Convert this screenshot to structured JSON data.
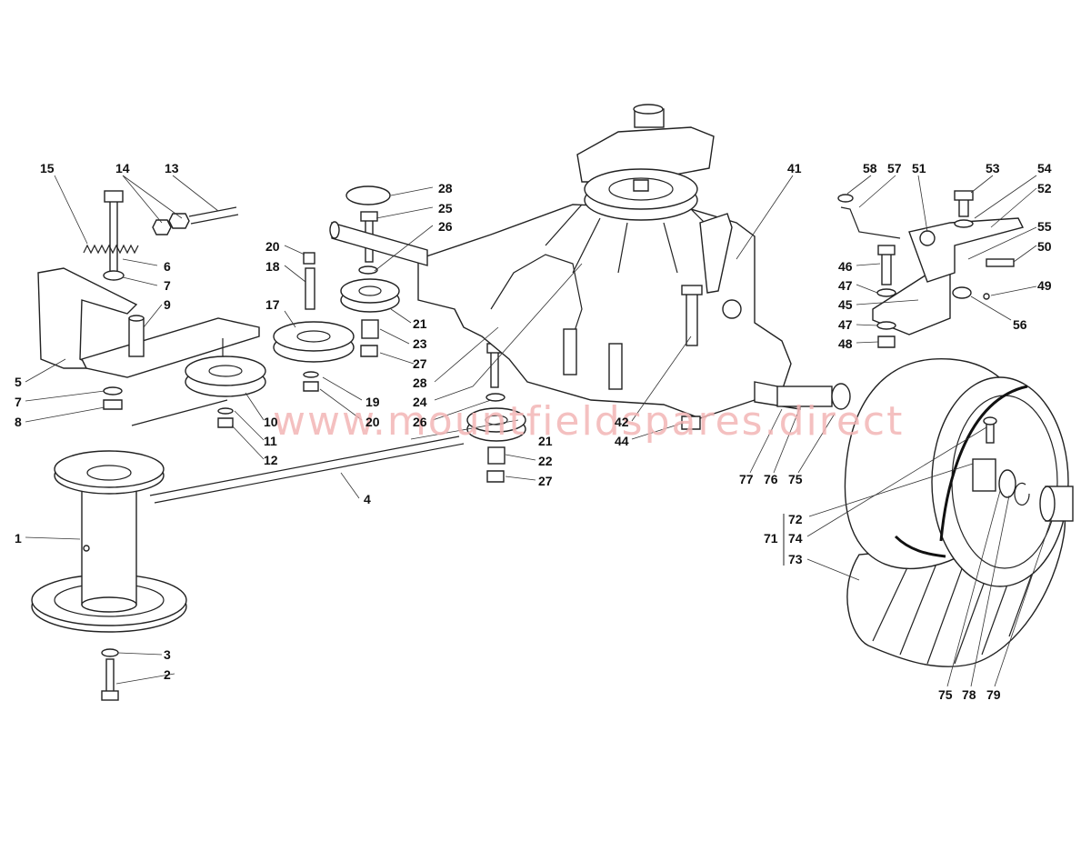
{
  "watermark": "www.mountfieldspares.direct",
  "callouts": [
    {
      "id": "c1",
      "text": "1"
    },
    {
      "id": "c2",
      "text": "2"
    },
    {
      "id": "c3",
      "text": "3"
    },
    {
      "id": "c4",
      "text": "4"
    },
    {
      "id": "c5",
      "text": "5"
    },
    {
      "id": "c6",
      "text": "6"
    },
    {
      "id": "c7a",
      "text": "7"
    },
    {
      "id": "c7b",
      "text": "7"
    },
    {
      "id": "c8",
      "text": "8"
    },
    {
      "id": "c9",
      "text": "9"
    },
    {
      "id": "c10",
      "text": "10"
    },
    {
      "id": "c11",
      "text": "11"
    },
    {
      "id": "c12",
      "text": "12"
    },
    {
      "id": "c13",
      "text": "13"
    },
    {
      "id": "c14",
      "text": "14"
    },
    {
      "id": "c15",
      "text": "15"
    },
    {
      "id": "c17",
      "text": "17"
    },
    {
      "id": "c18",
      "text": "18"
    },
    {
      "id": "c19",
      "text": "19"
    },
    {
      "id": "c20a",
      "text": "20"
    },
    {
      "id": "c20b",
      "text": "20"
    },
    {
      "id": "c21a",
      "text": "21"
    },
    {
      "id": "c21b",
      "text": "21"
    },
    {
      "id": "c22",
      "text": "22"
    },
    {
      "id": "c23",
      "text": "23"
    },
    {
      "id": "c24",
      "text": "24"
    },
    {
      "id": "c25",
      "text": "25"
    },
    {
      "id": "c26a",
      "text": "26"
    },
    {
      "id": "c26b",
      "text": "26"
    },
    {
      "id": "c27a",
      "text": "27"
    },
    {
      "id": "c27b",
      "text": "27"
    },
    {
      "id": "c28a",
      "text": "28"
    },
    {
      "id": "c28b",
      "text": "28"
    },
    {
      "id": "c41",
      "text": "41"
    },
    {
      "id": "c42",
      "text": "42"
    },
    {
      "id": "c44",
      "text": "44"
    },
    {
      "id": "c45",
      "text": "45"
    },
    {
      "id": "c46",
      "text": "46"
    },
    {
      "id": "c47a",
      "text": "47"
    },
    {
      "id": "c47b",
      "text": "47"
    },
    {
      "id": "c48",
      "text": "48"
    },
    {
      "id": "c49",
      "text": "49"
    },
    {
      "id": "c50",
      "text": "50"
    },
    {
      "id": "c51",
      "text": "51"
    },
    {
      "id": "c52",
      "text": "52"
    },
    {
      "id": "c53",
      "text": "53"
    },
    {
      "id": "c54",
      "text": "54"
    },
    {
      "id": "c55",
      "text": "55"
    },
    {
      "id": "c56",
      "text": "56"
    },
    {
      "id": "c57",
      "text": "57"
    },
    {
      "id": "c58",
      "text": "58"
    },
    {
      "id": "c71",
      "text": "71"
    },
    {
      "id": "c72",
      "text": "72"
    },
    {
      "id": "c73",
      "text": "73"
    },
    {
      "id": "c74",
      "text": "74"
    },
    {
      "id": "c75a",
      "text": "75"
    },
    {
      "id": "c75b",
      "text": "75"
    },
    {
      "id": "c76",
      "text": "76"
    },
    {
      "id": "c77",
      "text": "77"
    },
    {
      "id": "c78",
      "text": "78"
    },
    {
      "id": "c79",
      "text": "79"
    }
  ]
}
